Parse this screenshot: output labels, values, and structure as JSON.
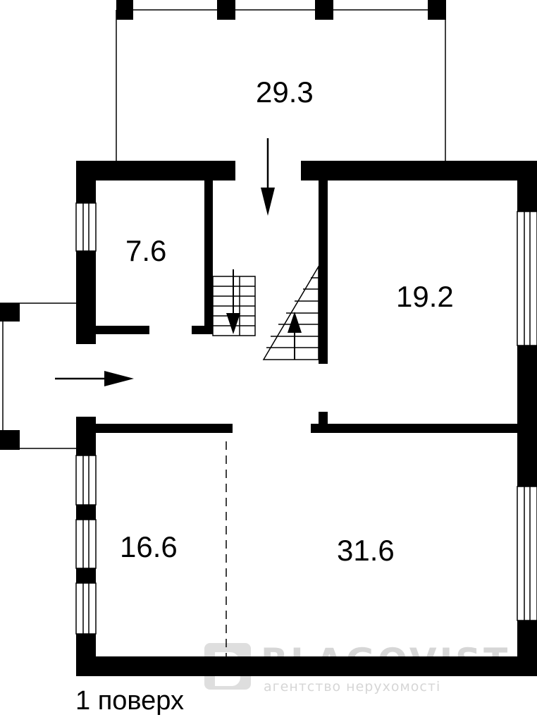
{
  "plan": {
    "rooms": [
      {
        "id": "terrace",
        "area": "29.3"
      },
      {
        "id": "storage",
        "area": "7.6"
      },
      {
        "id": "room-right",
        "area": "19.2"
      },
      {
        "id": "room-left",
        "area": "16.6"
      },
      {
        "id": "living",
        "area": "31.6"
      }
    ],
    "floor_label": "1 поверх"
  },
  "watermark": {
    "brand": "BLAGOVIST",
    "tagline": "агентство нерухомості"
  }
}
